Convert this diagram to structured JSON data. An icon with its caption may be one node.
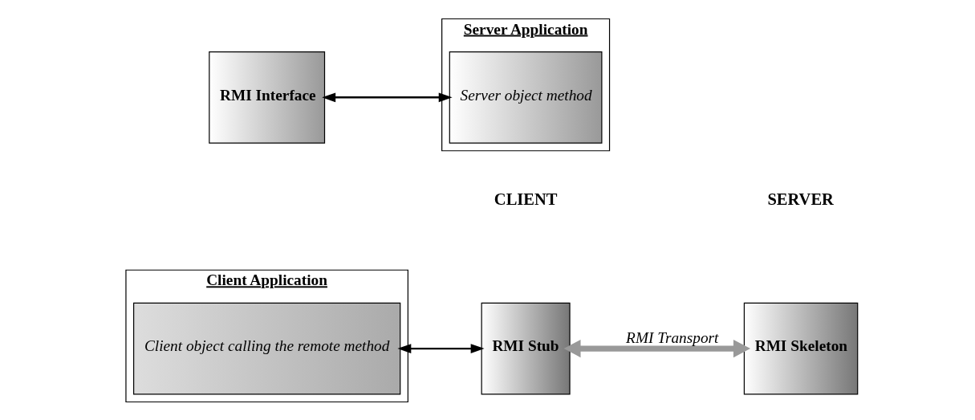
{
  "diagram": {
    "nodes": [
      {
        "text": [
          "Client Application"
        ]
      },
      {
        "text": [
          "Client object calling the remote method"
        ],
        "in": 0
      },
      {
        "text": [
          "RMI Stub"
        ]
      },
      {
        "text": [
          "RMI Skeleton"
        ]
      },
      {
        "text": [
          "Server Application"
        ]
      },
      {
        "text": [
          "RMI Interface"
        ]
      },
      {
        "text": [
          "Server object method"
        ],
        "in": 4
      }
    ],
    "edges": [
      {
        "from": 1,
        "to": 2,
        "arrow": "both"
      },
      {
        "from": 2,
        "to": 3,
        "arrow": "both",
        "label": "RMI Transport",
        "style": "thick",
        "color": "#999999"
      },
      {
        "from": 5,
        "to": 6,
        "arrow": "both"
      }
    ],
    "labels": [
      "CLIENT",
      "SERVER"
    ]
  }
}
